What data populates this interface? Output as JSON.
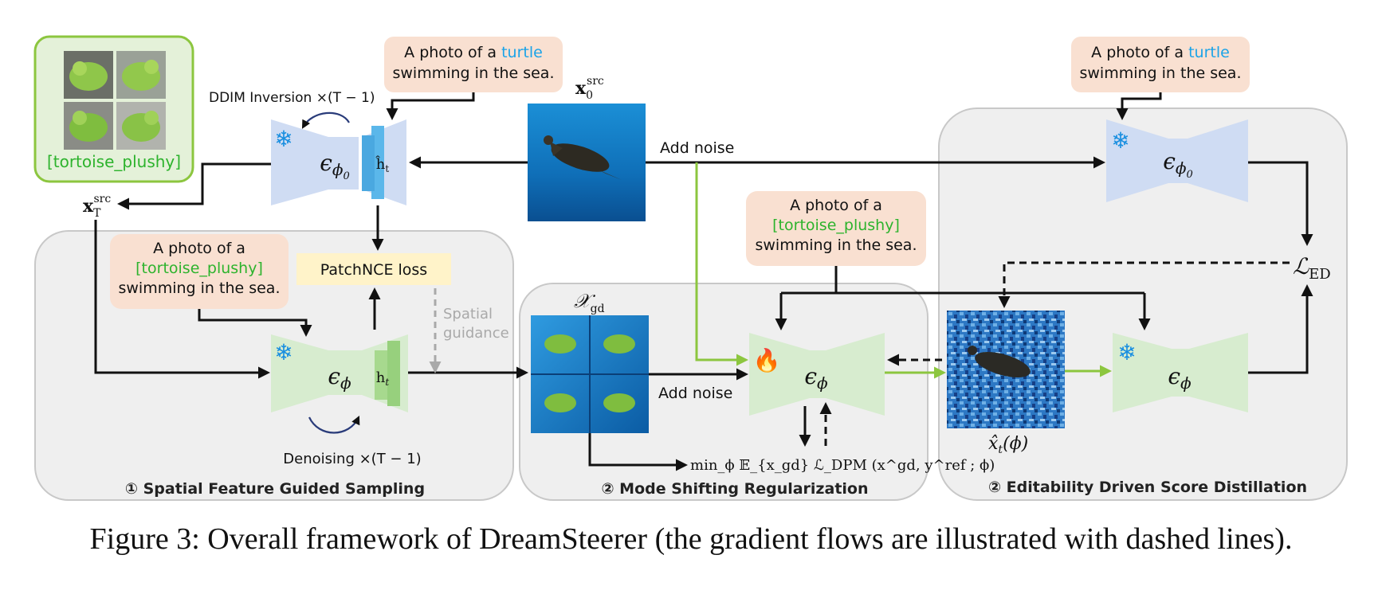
{
  "prompt_src": {
    "pre": "A photo of a ",
    "word": "turtle",
    "line2": "swimming in the sea.",
    "word_color": "#1aa3e8"
  },
  "prompt_src_right": {
    "pre": "A photo of a ",
    "word": "turtle",
    "line2": "swimming in the sea.",
    "word_color": "#1aa3e8"
  },
  "prompt_ref_left": {
    "line1": "A photo of a",
    "line2": "[tortoise_plushy]",
    "line3": "swimming in the sea.",
    "token_color": "#2db32d"
  },
  "prompt_ref_mid": {
    "line1": "A photo of a",
    "line2": "[tortoise_plushy]",
    "line3": "swimming in the sea.",
    "token_color": "#2db32d"
  },
  "ref_label": "[tortoise_plushy]",
  "ddim_label": "DDIM Inversion ×(T − 1)",
  "add_noise_top": "Add noise",
  "add_noise_mid": "Add noise",
  "patchnce_label": "PatchNCE loss",
  "spatial_guidance": {
    "line1": "Spatial",
    "line2": "guidance"
  },
  "denoising_label": "Denoising ×(T − 1)",
  "symbols": {
    "x0src_base": "x",
    "x0src_sub": "0",
    "x0src_sup": "src",
    "xTsrc_base": "x",
    "xTsrc_sub": "T",
    "xTsrc_sup": "src",
    "eps": "ϵ",
    "phi": "ϕ",
    "phi0_sub": "0",
    "hhat": "ĥ",
    "hhat_sub": "t",
    "h": "h",
    "h_sub": "t",
    "xgd_base": "𝒳",
    "xgd_sub": "gd",
    "led_base": "ℒ",
    "led_sub": "ED",
    "xhat": "x̂",
    "xhat_sub": "t",
    "xhat_arg": "(ϕ)"
  },
  "objective": "min_ϕ 𝔼_{x_gd} ℒ_DPM (x^gd, y^ref ; ϕ)",
  "sections": {
    "s1": "① Spatial Feature Guided Sampling",
    "s2": "② Mode Shifting Regularization",
    "s3": "② Editability Driven Score Distillation"
  },
  "caption": "Figure 3: Overall framework of DreamSteerer (the gradient flows are illustrated with dashed lines).",
  "icons": {
    "frozen": "snowflake-icon",
    "trainable": "fire-icon",
    "photos": "turtle-photo"
  },
  "colors": {
    "frozen_unet": "#cfdcf3",
    "train_unet": "#d7eccf",
    "feat_blue": "#5bb7ea",
    "feat_green": "#97d07d",
    "prompt_bg": "#f9e0d1",
    "patchnce_bg": "#fff3c9",
    "panel_bg": "#efefef",
    "panel_border": "#c8c8c8",
    "green_arrow": "#8cc63f",
    "gray_arrow": "#a9a9a9",
    "ref_box_bg": "#e4f1d9",
    "ref_box_border": "#8cc63f"
  }
}
